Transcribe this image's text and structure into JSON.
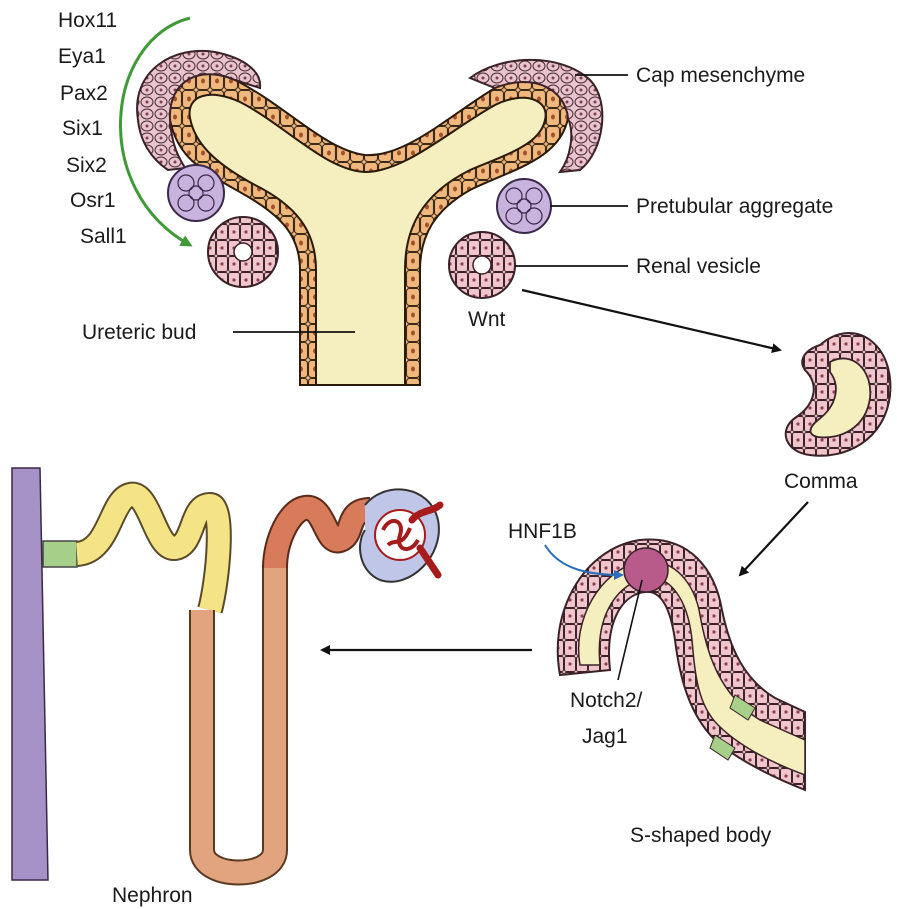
{
  "gene_list": [
    "Hox11",
    "Eya1",
    "Pax2",
    "Six1",
    "Six2",
    "Osr1",
    "Sall1"
  ],
  "labels": {
    "cap_mesenchyme": "Cap mesenchyme",
    "pretubular_aggregate": "Pretubular aggregate",
    "renal_vesicle": "Renal vesicle",
    "wnt": "Wnt",
    "ureteric_bud": "Ureteric bud",
    "comma": "Comma",
    "hnf1b": "HNF1B",
    "notch_line1": "Notch2/",
    "notch_line2": "Jag1",
    "s_shaped_body": "S-shaped body",
    "nephron": "Nephron"
  },
  "colors": {
    "bud_fill": "#f5eebf",
    "bud_cell": "#f0b87c",
    "mesenchyme": "#e8c4cc",
    "aggregate": "#c7b3de",
    "green_arrow": "#3f9a37",
    "blue_arrow": "#2a6fbd",
    "collecting_duct": "#a692c7",
    "tubule_yellow": "#f4e486",
    "tubule_orange": "#e2a47f",
    "tubule_brick": "#d77b5a",
    "glomerulus": "#a61b1b",
    "bowman": "#bfc6e8"
  }
}
